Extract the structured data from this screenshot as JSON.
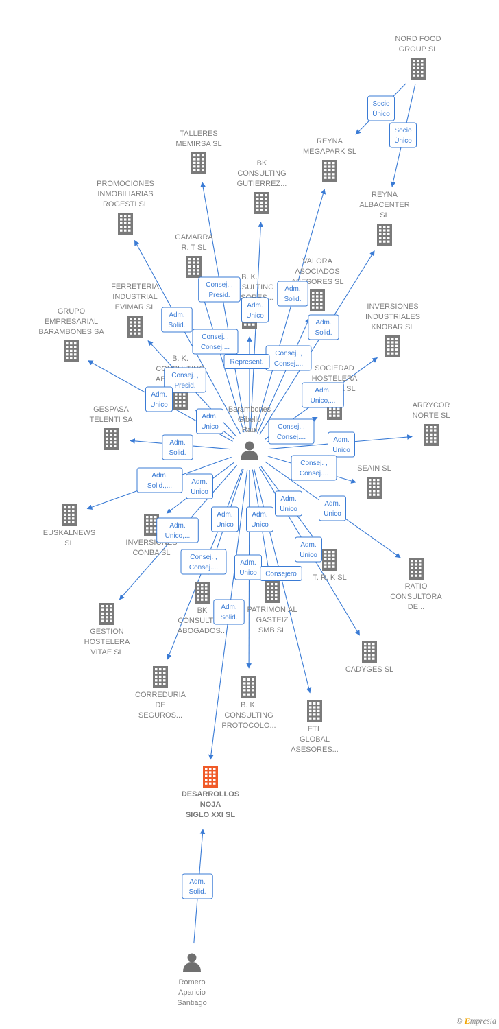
{
  "colors": {
    "edge": "#3a7bd5",
    "building": "#7a7a7a",
    "target": "#f05a28",
    "person": "#707070",
    "label": "#808080"
  },
  "nodes": [
    {
      "id": "nord",
      "type": "company",
      "lines": [
        "NORD FOOD",
        "GROUP  SL"
      ]
    },
    {
      "id": "talleres",
      "type": "company",
      "lines": [
        "TALLERES",
        "MEMIRSA  SL"
      ]
    },
    {
      "id": "reyna_mega",
      "type": "company",
      "lines": [
        "REYNA",
        "MEGAPARK  SL"
      ]
    },
    {
      "id": "bk_gutierrez",
      "type": "company",
      "lines": [
        "BK",
        "CONSULTING",
        "GUTIERREZ..."
      ]
    },
    {
      "id": "reyna_alba",
      "type": "company",
      "lines": [
        "REYNA",
        "ALBACENTER",
        "SL"
      ]
    },
    {
      "id": "promociones",
      "type": "company",
      "lines": [
        "PROMOCIONES",
        "INMOBILIARIAS",
        "ROGESTI  SL"
      ]
    },
    {
      "id": "gamarra",
      "type": "company",
      "lines": [
        "GAMARRA",
        "R. T SL"
      ]
    },
    {
      "id": "valora",
      "type": "company",
      "lines": [
        "VALORA",
        "ASOCIADOS",
        "ASESORES  SL"
      ]
    },
    {
      "id": "bk_asesores",
      "type": "company",
      "lines": [
        "B. K.",
        "CONSULTING",
        "ASESORES..."
      ]
    },
    {
      "id": "ferreteria",
      "type": "company",
      "lines": [
        "FERRETERIA",
        "INDUSTRIAL",
        "EVIMAR  SL"
      ]
    },
    {
      "id": "inversiones_knobar",
      "type": "company",
      "lines": [
        "INVERSIONES",
        "INDUSTRIALES",
        "KNOBAR  SL"
      ]
    },
    {
      "id": "grupo",
      "type": "company",
      "lines": [
        "GRUPO",
        "EMPRESARIAL",
        "BARAMBONES SA"
      ]
    },
    {
      "id": "bk_abogados1",
      "type": "company",
      "lines": [
        "B.  K.",
        "CONSULTING",
        "ABOGADOS..."
      ]
    },
    {
      "id": "sociedad",
      "type": "company",
      "lines": [
        "SOCIEDAD",
        "HOSTELERA",
        "LAGUNA  SL"
      ]
    },
    {
      "id": "gespasa",
      "type": "company",
      "lines": [
        "GESPASA",
        "TELENTI  SA"
      ]
    },
    {
      "id": "arrycor",
      "type": "company",
      "lines": [
        "ARRYCOR",
        "NORTE SL"
      ]
    },
    {
      "id": "seain",
      "type": "company",
      "lines": [
        "SEAIN  SL"
      ]
    },
    {
      "id": "euskalnews",
      "type": "company",
      "lines": [
        "EUSKALNEWS",
        "SL"
      ]
    },
    {
      "id": "conba",
      "type": "company",
      "lines": [
        "INVERSIONES",
        "CONBA SL"
      ]
    },
    {
      "id": "trk",
      "type": "company",
      "lines": [
        "T. R. K SL"
      ]
    },
    {
      "id": "ratio",
      "type": "company",
      "lines": [
        "RATIO",
        "CONSULTORA",
        "DE..."
      ]
    },
    {
      "id": "bk_abogados2",
      "type": "company",
      "lines": [
        "BK",
        "CONSULTING",
        "ABOGADOS..."
      ]
    },
    {
      "id": "patrimonial",
      "type": "company",
      "lines": [
        "PATRIMONIAL",
        "GASTEIZ",
        "SMB  SL"
      ]
    },
    {
      "id": "gestion",
      "type": "company",
      "lines": [
        "GESTION",
        "HOSTELERA",
        "VITAE  SL"
      ]
    },
    {
      "id": "cadyges",
      "type": "company",
      "lines": [
        "CADYGES  SL"
      ]
    },
    {
      "id": "correduria",
      "type": "company",
      "lines": [
        "CORREDURIA",
        "DE",
        "SEGUROS..."
      ]
    },
    {
      "id": "bk_protocolo",
      "type": "company",
      "lines": [
        "B. K.",
        "CONSULTING",
        "PROTOCOLO..."
      ]
    },
    {
      "id": "etl",
      "type": "company",
      "lines": [
        "ETL",
        "GLOBAL",
        "ASESORES..."
      ]
    },
    {
      "id": "desarrollos",
      "type": "target",
      "lines": [
        "DESARROLLOS",
        "NOJA",
        "SIGLO XXI  SL"
      ]
    },
    {
      "id": "raul",
      "type": "person",
      "lines": [
        "Barambones",
        "Gibello",
        "Raul"
      ]
    },
    {
      "id": "romero",
      "type": "person",
      "lines": [
        "Romero",
        "Aparicio",
        "Santiago"
      ]
    }
  ],
  "edges": [
    {
      "from": "nord",
      "to": "reyna_mega",
      "lines": [
        "Socio",
        "Único"
      ]
    },
    {
      "from": "nord",
      "to": "reyna_alba",
      "lines": [
        "Socio",
        "Único"
      ]
    },
    {
      "from": "raul",
      "to": "talleres",
      "lines": [
        "Consej. ,",
        "Presid."
      ]
    },
    {
      "from": "raul",
      "to": "bk_gutierrez",
      "lines": [
        "Adm.",
        "Unico"
      ]
    },
    {
      "from": "raul",
      "to": "reyna_mega",
      "lines": [
        "Adm.",
        "Solid."
      ]
    },
    {
      "from": "raul",
      "to": "reyna_alba",
      "lines": [
        "Consej. ,",
        "Consej...."
      ]
    },
    {
      "from": "raul",
      "to": "promociones",
      "lines": [
        "Adm.",
        "Solid."
      ]
    },
    {
      "from": "raul",
      "to": "gamarra",
      "lines": [
        "Consej. ,",
        "Consej...."
      ]
    },
    {
      "from": "raul",
      "to": "valora",
      "lines": [
        "Adm.",
        "Solid."
      ]
    },
    {
      "from": "raul",
      "to": "bk_asesores",
      "lines": [
        "Represent."
      ]
    },
    {
      "from": "raul",
      "to": "ferreteria",
      "lines": [
        "Consej. ,",
        "Presid."
      ]
    },
    {
      "from": "raul",
      "to": "inversiones_knobar",
      "lines": [
        "Adm.",
        "Unico,..."
      ]
    },
    {
      "from": "raul",
      "to": "grupo",
      "lines": [
        "Adm.",
        "Unico"
      ]
    },
    {
      "from": "raul",
      "to": "bk_abogados1",
      "lines": [
        "Adm.",
        "Unico"
      ]
    },
    {
      "from": "raul",
      "to": "sociedad",
      "lines": [
        "Consej. ,",
        "Consej...."
      ]
    },
    {
      "from": "raul",
      "to": "gespasa",
      "lines": [
        "Adm.",
        "Solid."
      ]
    },
    {
      "from": "raul",
      "to": "arrycor",
      "lines": [
        "Adm.",
        "Unico"
      ]
    },
    {
      "from": "raul",
      "to": "seain",
      "lines": [
        "Consej. ,",
        "Consej...."
      ]
    },
    {
      "from": "raul",
      "to": "euskalnews",
      "lines": [
        "Adm.",
        "Solid.,..."
      ]
    },
    {
      "from": "raul",
      "to": "conba",
      "lines": [
        "Adm.",
        "Unico"
      ]
    },
    {
      "from": "raul",
      "to": "trk",
      "lines": [
        "Adm.",
        "Unico"
      ]
    },
    {
      "from": "raul",
      "to": "ratio",
      "lines": [
        "Adm.",
        "Unico"
      ]
    },
    {
      "from": "raul",
      "to": "gestion",
      "lines": [
        "Adm.",
        "Unico,..."
      ]
    },
    {
      "from": "raul",
      "to": "correduria",
      "lines": [
        "Consej. ,",
        "Consej...."
      ]
    },
    {
      "from": "raul",
      "to": "bk_abogados2",
      "lines": [
        "Adm.",
        "Unico"
      ]
    },
    {
      "from": "raul",
      "to": "patrimonial",
      "lines": [
        "Adm.",
        "Unico"
      ]
    },
    {
      "from": "raul",
      "to": "bk_protocolo",
      "lines": [
        "Adm.",
        "Unico"
      ]
    },
    {
      "from": "raul",
      "to": "etl",
      "lines": [
        "Consejero"
      ]
    },
    {
      "from": "raul",
      "to": "cadyges",
      "lines": [
        "Adm.",
        "Unico"
      ]
    },
    {
      "from": "raul",
      "to": "desarrollos",
      "lines": [
        "Adm.",
        "Solid."
      ]
    },
    {
      "from": "romero",
      "to": "desarrollos",
      "lines": [
        "Adm.",
        "Solid."
      ]
    }
  ],
  "footer": {
    "copyright": "©",
    "brand_initial": "E",
    "brand_rest": "mpresia"
  }
}
